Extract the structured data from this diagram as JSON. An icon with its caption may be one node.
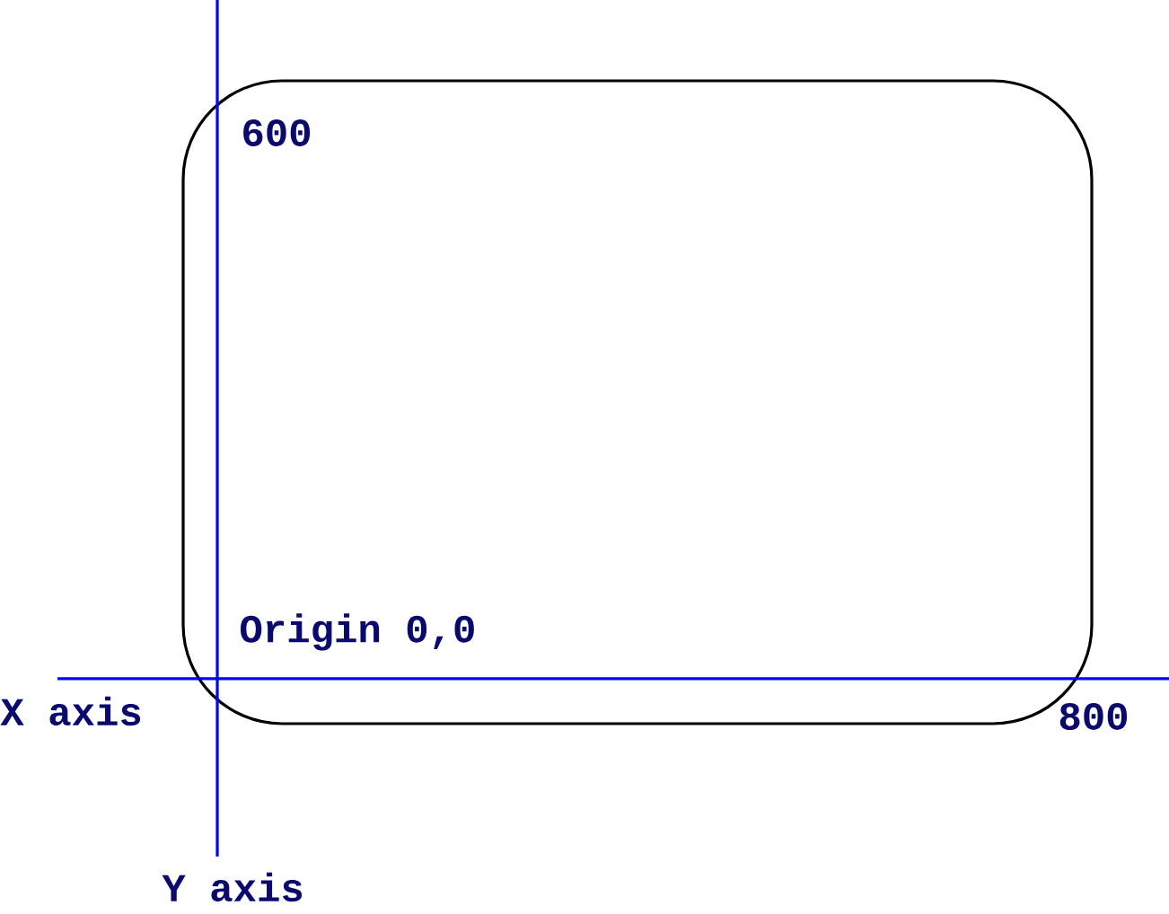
{
  "diagram": {
    "labels": [
      "600",
      "Origin 0,0",
      "X axis",
      "800",
      "Y axis"
    ]
  }
}
